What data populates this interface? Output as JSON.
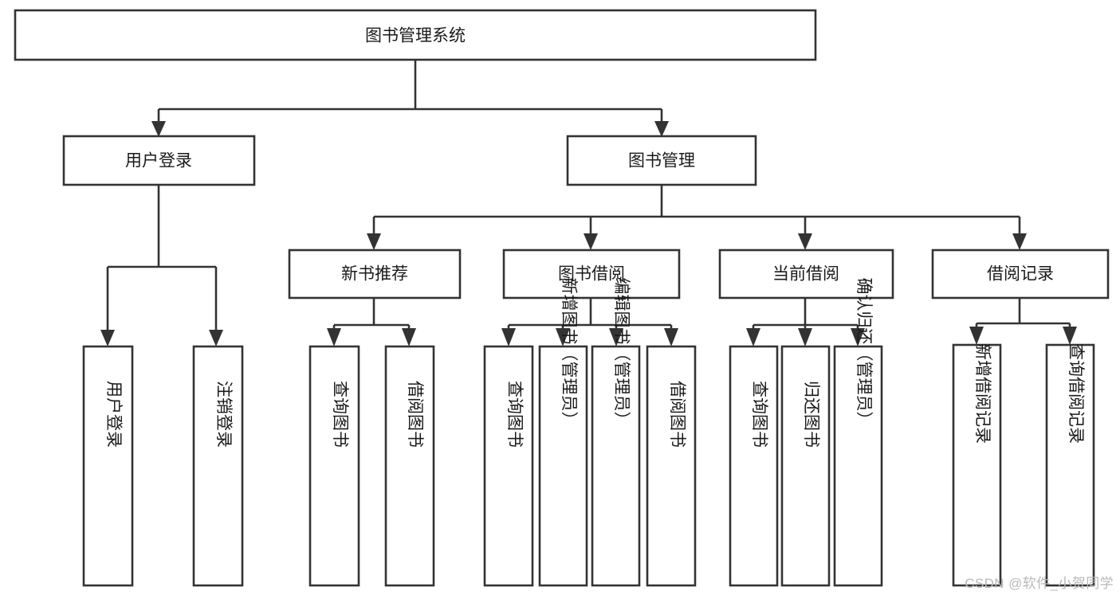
{
  "diagram": {
    "type": "tree-hierarchy-chart",
    "title": "图书管理系统",
    "background_color": "#ffffff",
    "line_color": "#333333",
    "box_fill": "#ffffff",
    "text_color": "#1a1a1a",
    "root": {
      "id": "root",
      "label": "图书管理系统"
    },
    "level2": [
      {
        "id": "user-login",
        "label": "用户登录"
      },
      {
        "id": "book-management",
        "label": "图书管理"
      }
    ],
    "level3": [
      {
        "id": "new-book-recommend",
        "label": "新书推荐",
        "parent": "book-management"
      },
      {
        "id": "book-borrow",
        "label": "图书借阅",
        "parent": "book-management"
      },
      {
        "id": "current-borrow",
        "label": "当前借阅",
        "parent": "book-management"
      },
      {
        "id": "borrow-record",
        "label": "借阅记录",
        "parent": "book-management"
      }
    ],
    "leaves": {
      "user-login": [
        {
          "id": "leaf-user-login",
          "label": "用户登录"
        },
        {
          "id": "leaf-user-logout",
          "label": "注销登录"
        }
      ],
      "new-book-recommend": [
        {
          "id": "leaf-query-book-1",
          "label": "查询图书"
        },
        {
          "id": "leaf-borrow-book-1",
          "label": "借阅图书"
        }
      ],
      "book-borrow": [
        {
          "id": "leaf-query-book-2",
          "label": "查询图书"
        },
        {
          "id": "leaf-add-book",
          "label": "新增图书（管理员）"
        },
        {
          "id": "leaf-edit-book",
          "label": "编辑图书（管理员）"
        },
        {
          "id": "leaf-borrow-book-2",
          "label": "借阅图书"
        }
      ],
      "current-borrow": [
        {
          "id": "leaf-query-book-3",
          "label": "查询图书"
        },
        {
          "id": "leaf-return-book",
          "label": "归还图书"
        },
        {
          "id": "leaf-confirm-return",
          "label": "确认归还（管理员）"
        }
      ],
      "borrow-record": [
        {
          "id": "leaf-add-record",
          "label": "新增借阅记录"
        },
        {
          "id": "leaf-query-record",
          "label": "查询借阅记录"
        }
      ]
    }
  },
  "watermark": {
    "text": "CSDN @软件_小贺同学"
  }
}
